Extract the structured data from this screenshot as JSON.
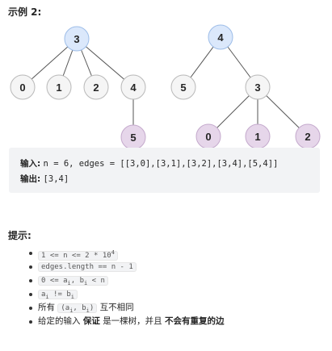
{
  "example_title": "示例 2:",
  "tree1": {
    "root": "3",
    "children": [
      "0",
      "1",
      "2",
      "4"
    ],
    "grandchild": "5"
  },
  "tree2": {
    "root": "4",
    "children": [
      "5",
      "3"
    ],
    "grandchildren": [
      "0",
      "1",
      "2"
    ]
  },
  "colors": {
    "root_fill": "#dbe8fb",
    "root_stroke": "#9dbde8",
    "node_fill": "#f5f5f5",
    "node_stroke": "#b8b8b8",
    "leaf_fill": "#e6d6ea",
    "leaf_stroke": "#c4a9cc",
    "edge": "#555555"
  },
  "io": {
    "input_label": "输入:",
    "input_value": "n = 6, edges = [[3,0],[3,1],[3,2],[3,4],[5,4]]",
    "output_label": "输出:",
    "output_value": "[3,4]"
  },
  "hints_title": "提示:",
  "hints": {
    "h1_a": "1 <= n <= 2 * 10",
    "h1_sup": "4",
    "h2": "edges.length == n - 1",
    "h3_a": "0 <= a",
    "h3_sub1": "i",
    "h3_b": ", b",
    "h3_sub2": "i",
    "h3_c": " < n",
    "h4_a": "a",
    "h4_sub1": "i",
    "h4_b": " != b",
    "h4_sub2": "i",
    "h5_pre": "所有",
    "h5_code_a": "(a",
    "h5_sub1": "i",
    "h5_code_b": ", b",
    "h5_sub2": "i",
    "h5_code_c": ")",
    "h5_post": "互不相同",
    "h6_a": "给定的输入",
    "h6_b": "保证",
    "h6_c": "是一棵树，并且",
    "h6_d": "不会有重复的边"
  }
}
